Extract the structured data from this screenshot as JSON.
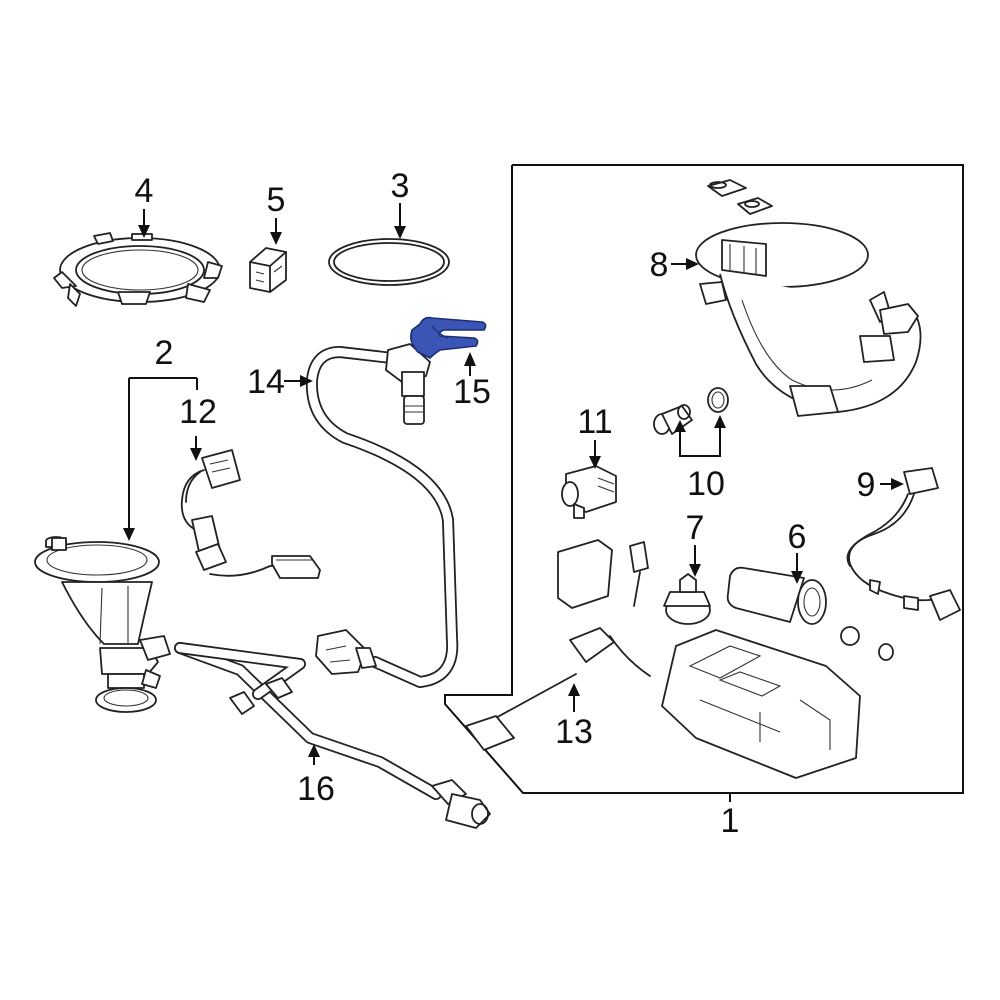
{
  "callouts": {
    "c1": "1",
    "c2": "2",
    "c3": "3",
    "c4": "4",
    "c5": "5",
    "c6": "6",
    "c7": "7",
    "c8": "8",
    "c9": "9",
    "c10": "10",
    "c11": "11",
    "c12": "12",
    "c13": "13",
    "c14": "14",
    "c15": "15",
    "c16": "16"
  },
  "colors": {
    "highlight": "#3a55b4",
    "line": "#222222",
    "background": "#ffffff"
  },
  "highlighted_part": "15"
}
